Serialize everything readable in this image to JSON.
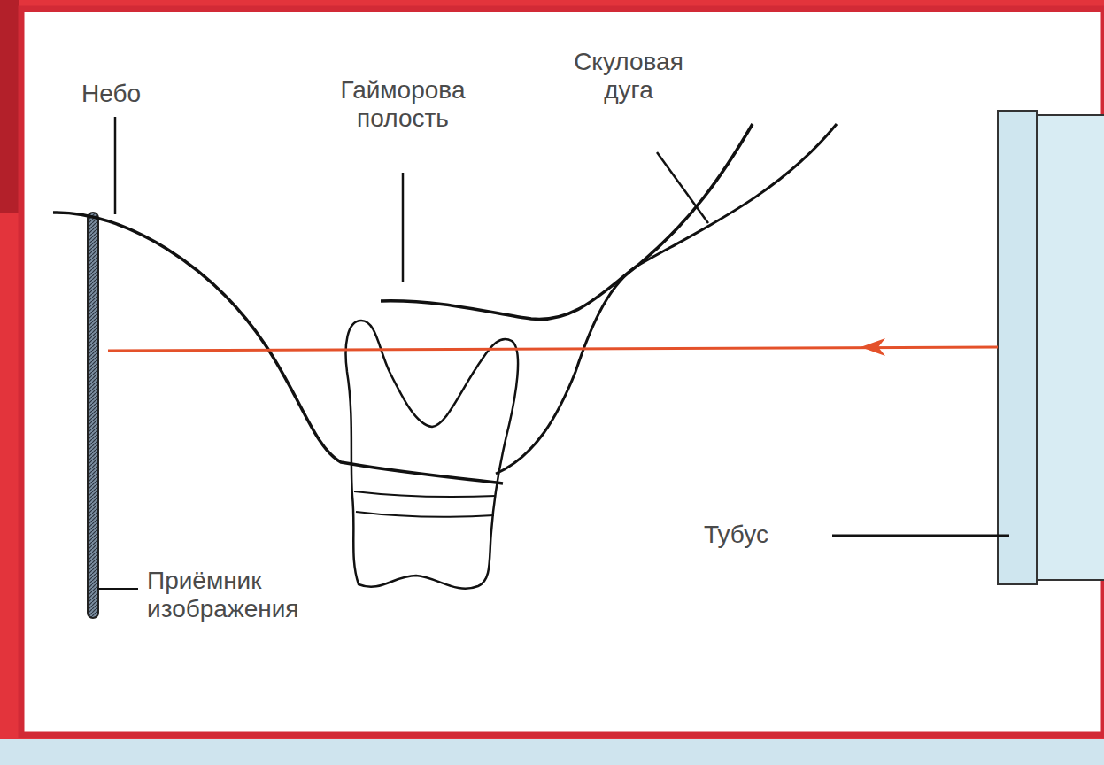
{
  "diagram": {
    "labels": [
      "Небо",
      "Гайморова полость",
      "Скуловая дуга",
      "Тубус",
      "Приёмник изображения"
    ]
  }
}
